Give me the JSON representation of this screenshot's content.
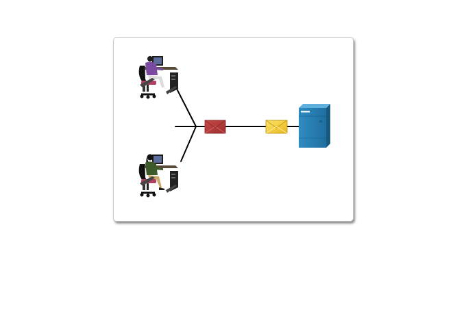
{
  "diagram": {
    "nodes": [
      {
        "id": "workstation-top",
        "kind": "user-at-computer",
        "icon": "workstation-icon",
        "shirt_color": "#7b4a9e",
        "hair_color": "#222222"
      },
      {
        "id": "workstation-bottom",
        "kind": "user-at-computer",
        "icon": "workstation-icon",
        "shirt_color": "#3d5a2a",
        "hair_color": "#111111"
      },
      {
        "id": "server",
        "kind": "server",
        "icon": "server-icon",
        "color": "#2a7eb0"
      }
    ],
    "messages": [
      {
        "id": "message-red",
        "icon": "envelope-icon",
        "color": "#b53a3a"
      },
      {
        "id": "message-yellow",
        "icon": "envelope-icon",
        "color": "#f2cf33"
      }
    ],
    "links": [
      {
        "from": "workstation-top",
        "to": "junction"
      },
      {
        "from": "workstation-bottom",
        "to": "junction"
      },
      {
        "from": "junction",
        "to": "server"
      }
    ],
    "colors": {
      "line": "#000000",
      "panel_border": "#c8c8c8"
    }
  }
}
